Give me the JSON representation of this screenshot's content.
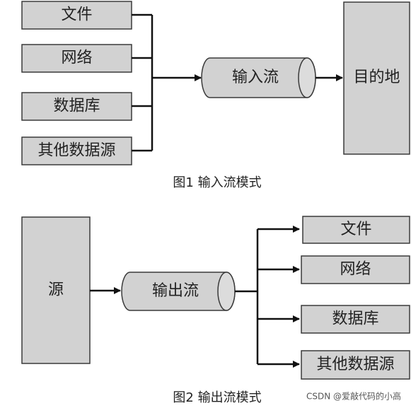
{
  "figure1": {
    "sources": [
      "文件",
      "网络",
      "数据库",
      "其他数据源"
    ],
    "stream": "输入流",
    "destination": "目的地",
    "caption": "图1 输入流模式"
  },
  "figure2": {
    "source": "源",
    "stream": "输出流",
    "destinations": [
      "文件",
      "网络",
      "数据库",
      "其他数据源"
    ],
    "caption": "图2 输出流模式"
  },
  "watermark": "CSDN @爱敲代码的小高",
  "colors": {
    "box_fill": "#d2d2d2",
    "stroke": "#3a3a3a",
    "line": "#111111",
    "text": "#222222"
  }
}
